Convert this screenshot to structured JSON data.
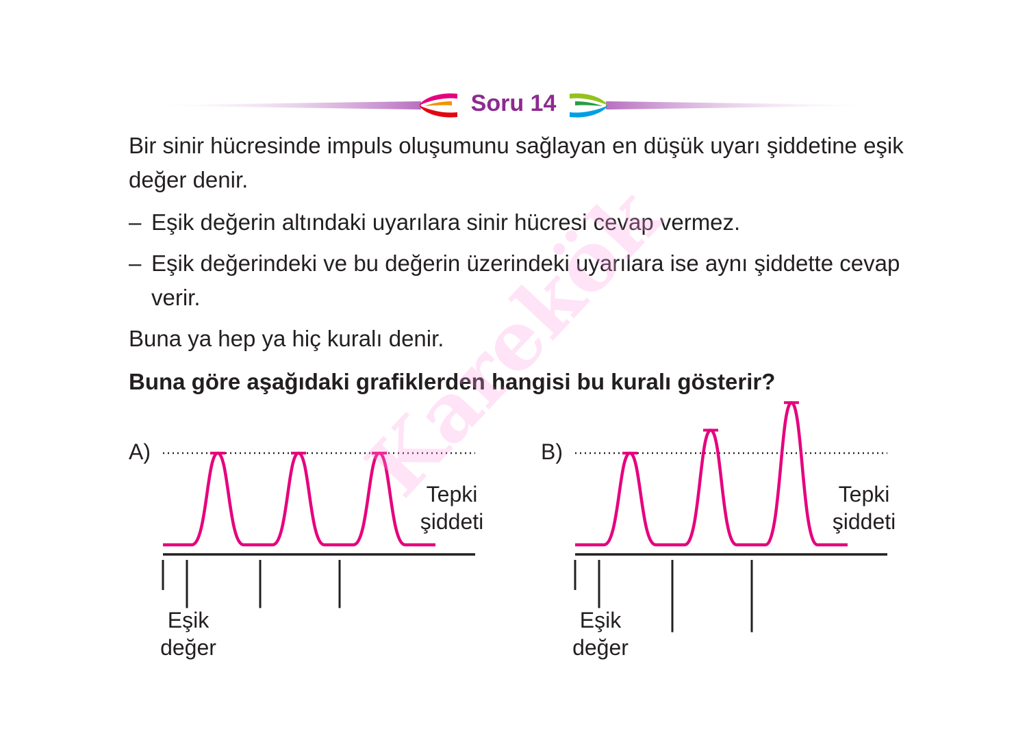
{
  "header": {
    "title": "Soru 14"
  },
  "question": {
    "intro": "Bir sinir hücresinde impuls oluşumunu sağlayan en düşük uyarı şiddetine eşik değer denir.",
    "bullet_mark": "–",
    "bullets": [
      "Eşik değerin altındaki uyarılara sinir hücresi cevap vermez.",
      "Eşik değerindeki ve bu değerin üzerindeki uyarılara ise aynı şiddette cevap verir."
    ],
    "rule": "Buna ya hep ya hiç kuralı denir.",
    "prompt": "Buna göre aşağıdaki grafiklerden hangisi bu kuralı gösterir?"
  },
  "watermark": "Karekök",
  "options": [
    {
      "label": "A)",
      "y_label": "Tepki şiddeti",
      "x_label": "Eşik değer",
      "peak_heights": [
        1,
        1,
        1
      ],
      "stimulus_heights": [
        0.5,
        0.8,
        0.8,
        0.8
      ]
    },
    {
      "label": "B)",
      "y_label": "Tepki şiddeti",
      "x_label": "Eşik değer",
      "peak_heights": [
        1,
        1.25,
        1.55
      ],
      "stimulus_heights": [
        0.5,
        0.8,
        1.2,
        1.2
      ]
    }
  ],
  "colors": {
    "title": "#8e2a8f",
    "curve": "#e6007e",
    "text": "#231f20"
  }
}
